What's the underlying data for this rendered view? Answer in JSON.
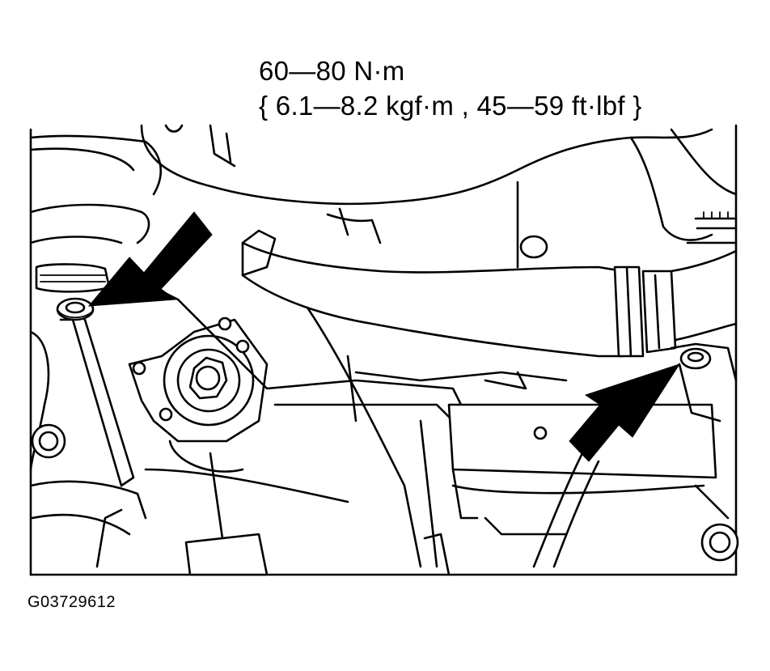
{
  "torque_spec": {
    "newton_metres": "60—80 N·m",
    "alternate_units": "{ 6.1—8.2 kgf·m , 45—59 ft·lbf }"
  },
  "figure_id": "G03729612",
  "colors": {
    "ink": "#000000",
    "background": "#ffffff"
  }
}
